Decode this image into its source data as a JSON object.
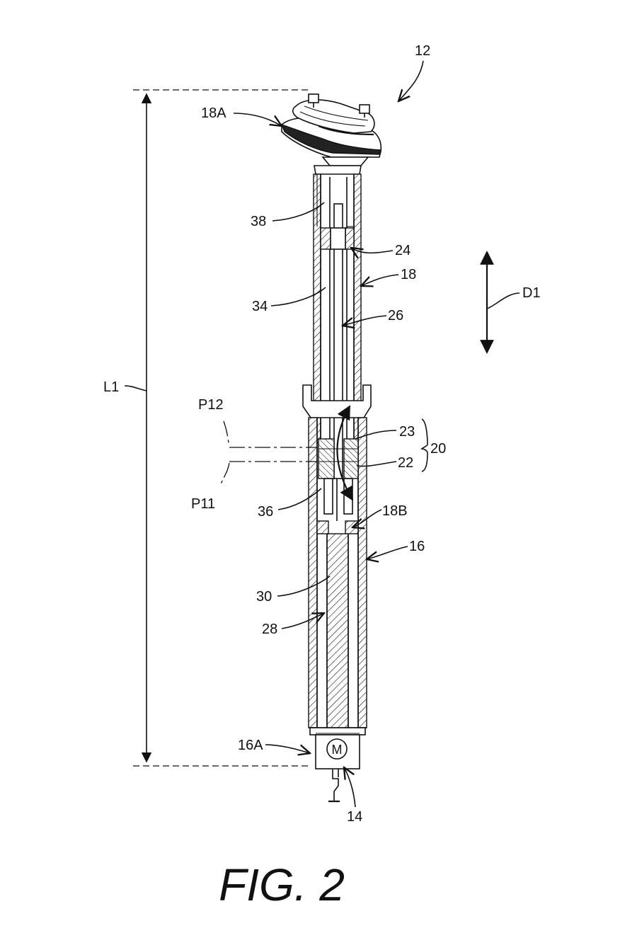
{
  "caption": "FIG. 2",
  "labels": {
    "ref_12": "12",
    "ref_18A": "18A",
    "ref_38": "38",
    "ref_24": "24",
    "ref_18": "18",
    "ref_D1": "D1",
    "ref_34": "34",
    "ref_26": "26",
    "ref_L1": "L1",
    "ref_P12": "P12",
    "ref_23": "23",
    "ref_20": "20",
    "ref_22": "22",
    "ref_P11": "P11",
    "ref_36": "36",
    "ref_18B": "18B",
    "ref_16": "16",
    "ref_30": "30",
    "ref_28": "28",
    "ref_16A": "16A",
    "ref_14": "14",
    "motor_symbol": "M"
  }
}
